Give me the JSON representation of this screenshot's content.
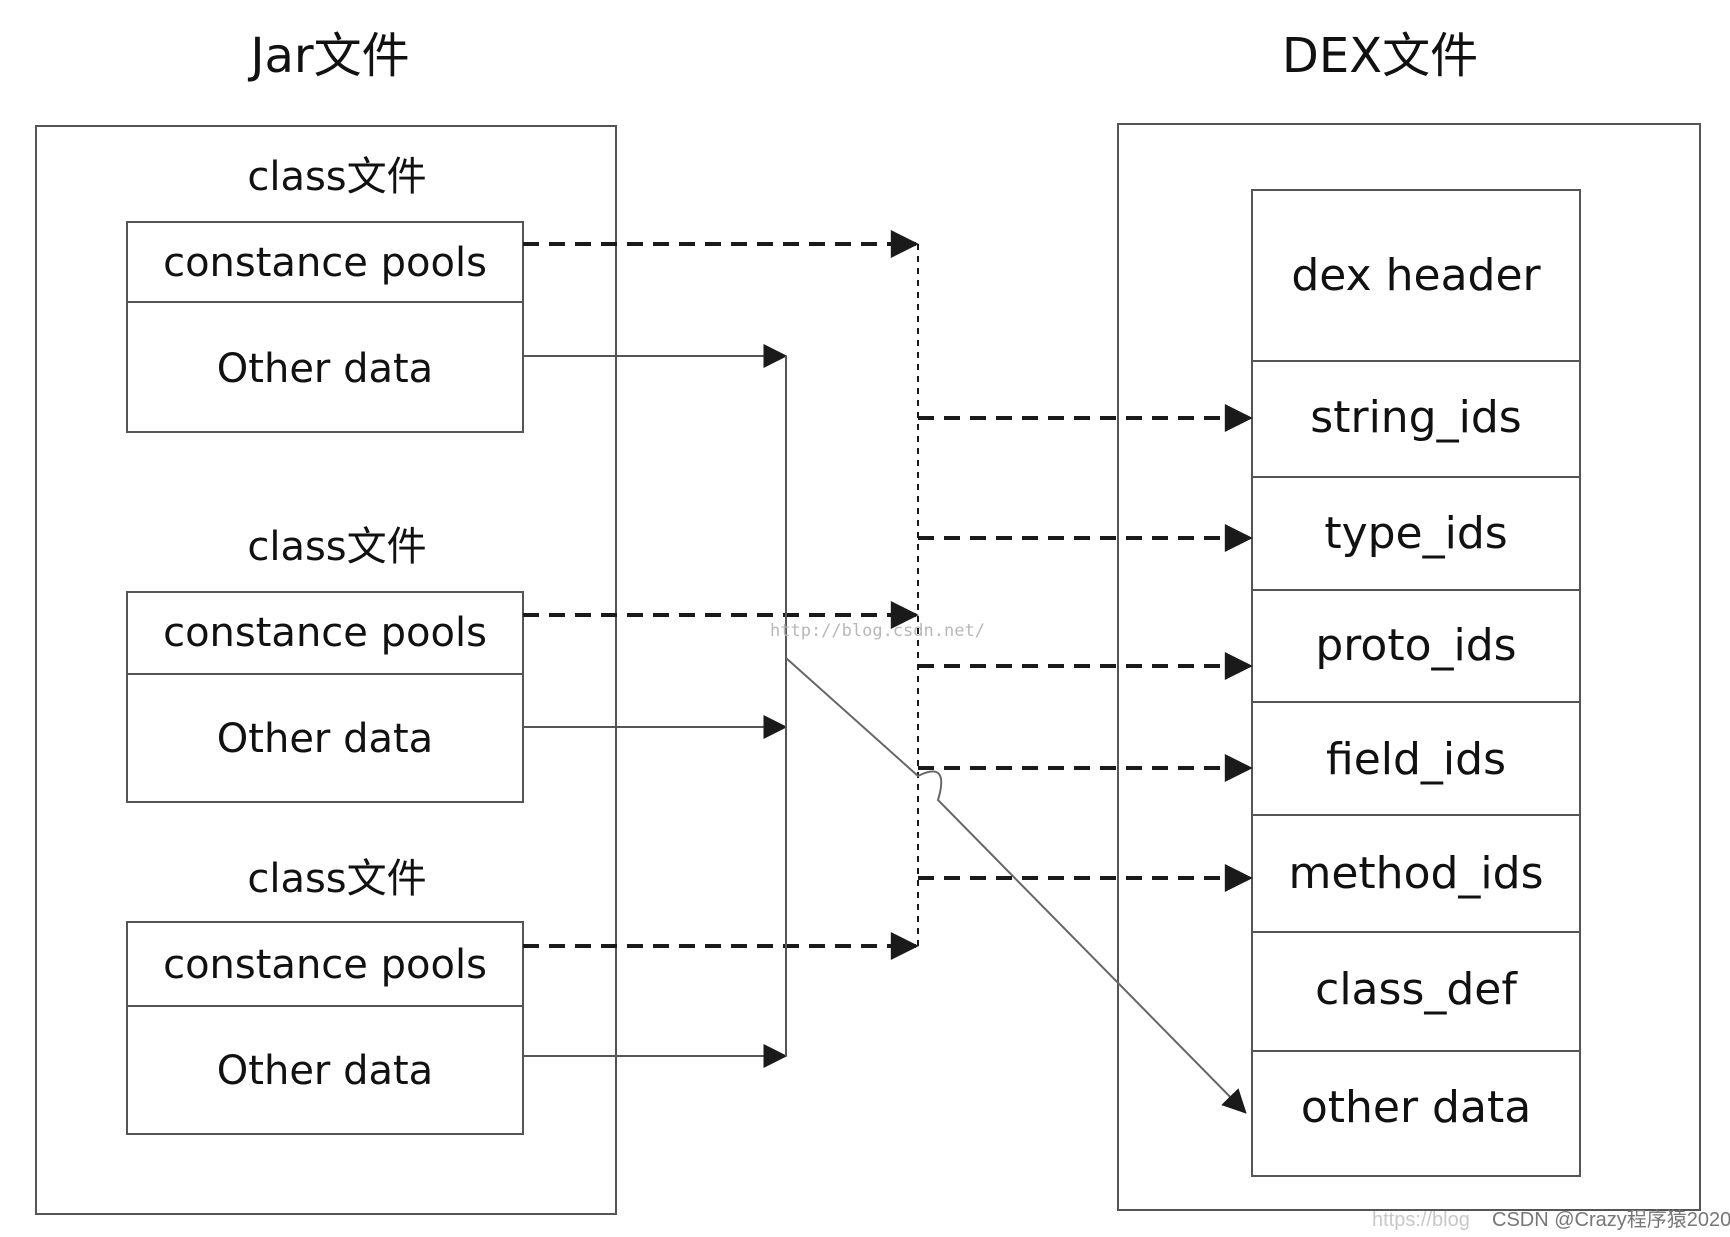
{
  "jar": {
    "title": "Jar文件",
    "classes": [
      {
        "title": "class文件",
        "pool_label": "constance pools",
        "other_label": "Other data"
      },
      {
        "title": "class文件",
        "pool_label": "constance pools",
        "other_label": "Other data"
      },
      {
        "title": "class文件",
        "pool_label": "constance pools",
        "other_label": "Other data"
      }
    ]
  },
  "dex": {
    "title": "DEX文件",
    "sections": [
      "dex header",
      "string_ids",
      "type_ids",
      "proto_ids",
      "field_ids",
      "method_ids",
      "class_def",
      "other data"
    ]
  },
  "watermark": {
    "center": "http://blog.csdn.net/",
    "footer_faint": "https://blog",
    "footer": "CSDN @Crazy程序猿2020"
  },
  "colors": {
    "line": "#1a1a1a",
    "box_border": "#555555",
    "thin_line": "#777777"
  }
}
